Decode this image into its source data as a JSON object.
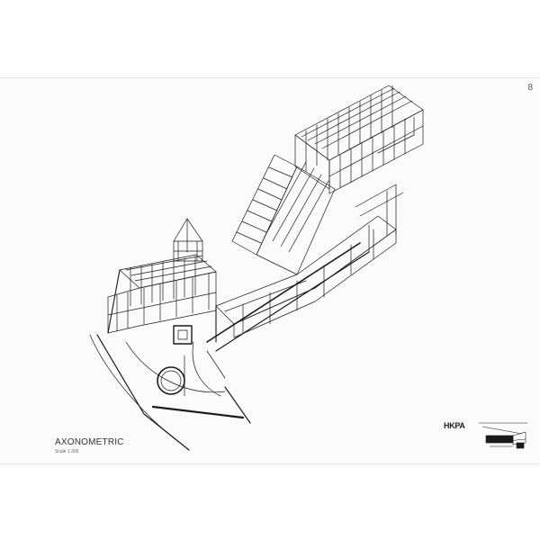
{
  "sheet": {
    "page_number": "8",
    "title": "AXONOMETRIC",
    "scale": "Scale 1:200"
  },
  "logo": {
    "text": "HKPA"
  },
  "icons": {
    "drawing": "axonometric-building-drawing",
    "key_plan": "key-plan-thumbnail"
  },
  "colors": {
    "line": "#1a1a1a",
    "sheet": "#fbfbfb"
  }
}
